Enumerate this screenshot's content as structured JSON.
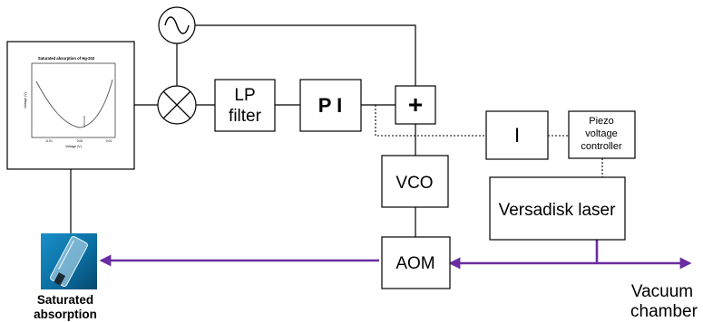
{
  "blocks": {
    "lp_filter": [
      "LP",
      "filter"
    ],
    "pi": "P I",
    "sum": "+",
    "integrator": "I",
    "piezo": [
      "Piezo",
      "voltage",
      "controller"
    ],
    "vco": "VCO",
    "laser": "Versadisk laser",
    "aom": "AOM"
  },
  "labels": {
    "saturated": [
      "Saturated",
      "absorption"
    ],
    "vacuum": [
      "Vacuum",
      "chamber"
    ]
  },
  "plot": {
    "title": "Saturated absorption of Hg-202",
    "xlabel": "Voltage (V)",
    "ylabel": "Voltage (V)",
    "x_ticks": [
      "-0.01",
      "0.00",
      "0.01"
    ]
  },
  "colors": {
    "beam": "#6a2ca0",
    "line": "#000000"
  },
  "icons": {
    "oscillator": "sine-wave-icon",
    "mixer": "multiplier-icon"
  }
}
